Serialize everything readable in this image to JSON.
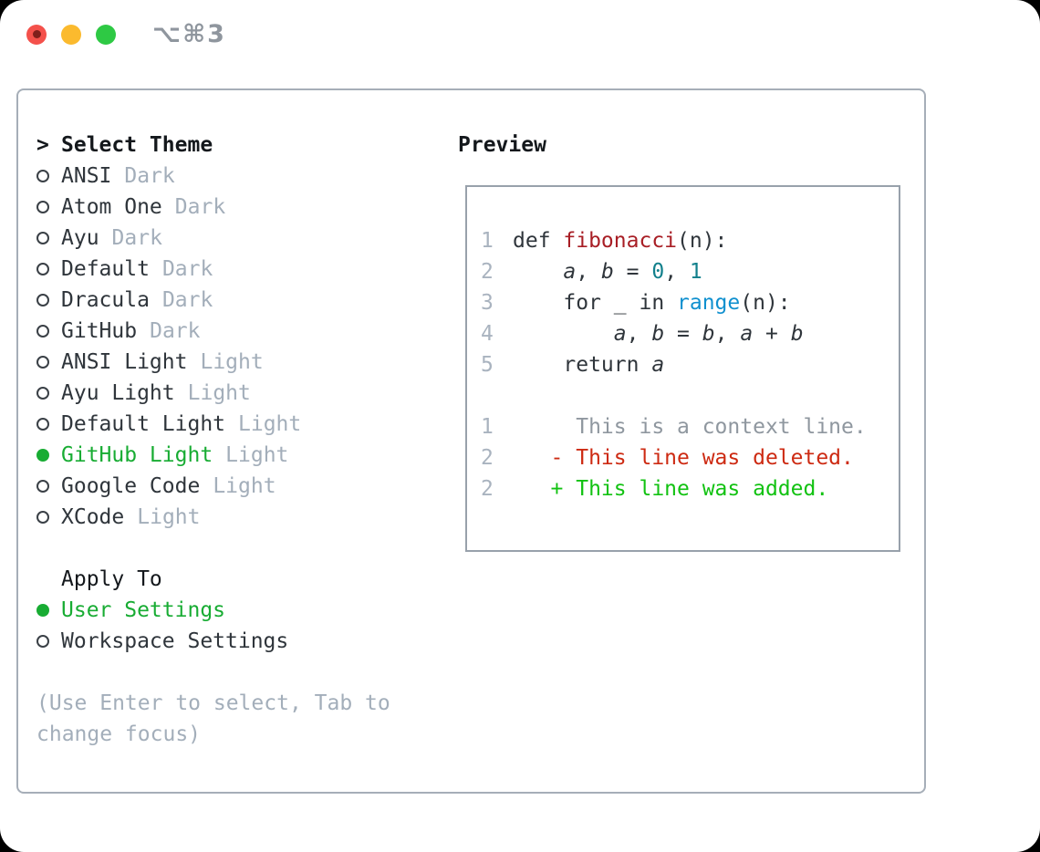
{
  "window": {
    "shortcut": "⌥⌘3",
    "traffic_lights": [
      "close",
      "minimize",
      "zoom"
    ]
  },
  "theme_panel": {
    "title": "Select Theme",
    "title_prefix": ">",
    "items": [
      {
        "name": "ANSI",
        "variant": "Dark",
        "selected": false
      },
      {
        "name": "Atom One",
        "variant": "Dark",
        "selected": false
      },
      {
        "name": "Ayu",
        "variant": "Dark",
        "selected": false
      },
      {
        "name": "Default",
        "variant": "Dark",
        "selected": false
      },
      {
        "name": "Dracula",
        "variant": "Dark",
        "selected": false
      },
      {
        "name": "GitHub",
        "variant": "Dark",
        "selected": false
      },
      {
        "name": "ANSI Light",
        "variant": "Light",
        "selected": false
      },
      {
        "name": "Ayu Light",
        "variant": "Light",
        "selected": false
      },
      {
        "name": "Default Light",
        "variant": "Light",
        "selected": false
      },
      {
        "name": "GitHub Light",
        "variant": "Light",
        "selected": true
      },
      {
        "name": "Google Code",
        "variant": "Light",
        "selected": false
      },
      {
        "name": "XCode",
        "variant": "Light",
        "selected": false
      }
    ],
    "apply_to": {
      "title": "Apply To",
      "options": [
        {
          "name": "User Settings",
          "selected": true
        },
        {
          "name": "Workspace Settings",
          "selected": false
        }
      ]
    },
    "help_lines": [
      "(Use Enter to select, Tab to",
      "change focus)"
    ]
  },
  "preview": {
    "title": "Preview",
    "code_lines": [
      {
        "ln": "1",
        "segments": [
          {
            "text": "def ",
            "style": "plain"
          },
          {
            "text": "fibonacci",
            "style": "function"
          },
          {
            "text": "(n):",
            "style": "plain"
          }
        ]
      },
      {
        "ln": "2",
        "segments": [
          {
            "text": "    ",
            "style": "plain"
          },
          {
            "text": "a",
            "style": "var"
          },
          {
            "text": ", ",
            "style": "plain"
          },
          {
            "text": "b",
            "style": "var"
          },
          {
            "text": " = ",
            "style": "plain"
          },
          {
            "text": "0",
            "style": "number"
          },
          {
            "text": ", ",
            "style": "plain"
          },
          {
            "text": "1",
            "style": "number"
          }
        ]
      },
      {
        "ln": "3",
        "segments": [
          {
            "text": "    for _ in ",
            "style": "plain"
          },
          {
            "text": "range",
            "style": "builtin"
          },
          {
            "text": "(n):",
            "style": "plain"
          }
        ]
      },
      {
        "ln": "4",
        "segments": [
          {
            "text": "        ",
            "style": "plain"
          },
          {
            "text": "a",
            "style": "var"
          },
          {
            "text": ", ",
            "style": "plain"
          },
          {
            "text": "b",
            "style": "var"
          },
          {
            "text": " = ",
            "style": "plain"
          },
          {
            "text": "b",
            "style": "var"
          },
          {
            "text": ", ",
            "style": "plain"
          },
          {
            "text": "a",
            "style": "var"
          },
          {
            "text": " + ",
            "style": "plain"
          },
          {
            "text": "b",
            "style": "var"
          }
        ]
      },
      {
        "ln": "5",
        "segments": [
          {
            "text": "    return ",
            "style": "plain"
          },
          {
            "text": "a",
            "style": "var"
          }
        ]
      }
    ],
    "diff_lines": [
      {
        "ln": "1",
        "segments": [
          {
            "text": "     This is a context line.",
            "style": "context"
          }
        ]
      },
      {
        "ln": "2",
        "segments": [
          {
            "text": "   - This line was deleted.",
            "style": "deleted"
          }
        ]
      },
      {
        "ln": "2",
        "segments": [
          {
            "text": "   + This line was added.",
            "style": "added"
          }
        ]
      }
    ]
  },
  "colors": {
    "accent_green": "#18ac33",
    "added_green": "#12c212",
    "deleted_red": "#cd2a12",
    "function_red": "#a81e25",
    "number_teal": "#12808c",
    "builtin_blue": "#1090cf",
    "code_plain": "#2f353b",
    "item_dark": "#2f353b",
    "muted_gray": "#a3aeba",
    "context_gray": "#8f979f",
    "gutter_gray": "#a9b3bf",
    "panel_border": "#a6aeb8",
    "box_border": "#98a1ab",
    "heading_black": "#14181c",
    "titlebar_gray": "#8f969e",
    "traffic_red": "#f4514b",
    "traffic_red_inner": "#801f1b",
    "traffic_yellow": "#fbba2e",
    "traffic_green": "#2ec944"
  }
}
